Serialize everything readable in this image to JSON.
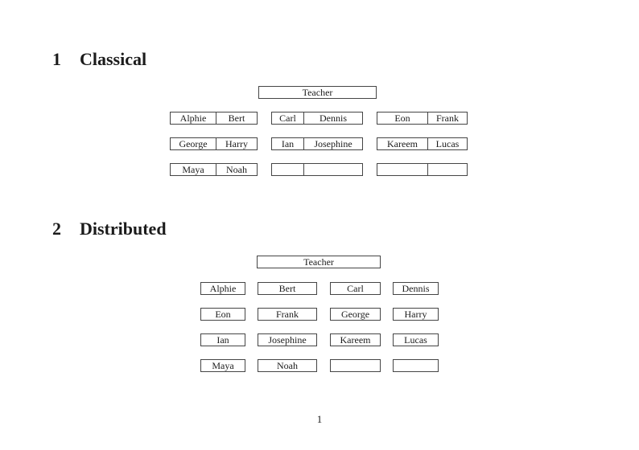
{
  "page": {
    "number": "1",
    "background_color": "#ffffff",
    "text_color": "#1b1b1b",
    "box_border_color": "#454545"
  },
  "sections": [
    {
      "number": "1",
      "title": "Classical",
      "teacher": "Teacher",
      "desk_rows": [
        [
          {
            "left": "Alphie",
            "right": "Bert"
          },
          {
            "left": "Carl",
            "right": "Dennis"
          },
          {
            "left": "Eon",
            "right": "Frank"
          }
        ],
        [
          {
            "left": "George",
            "right": "Harry"
          },
          {
            "left": "Ian",
            "right": "Josephine"
          },
          {
            "left": "Kareem",
            "right": "Lucas"
          }
        ],
        [
          {
            "left": "Maya",
            "right": "Noah"
          },
          {
            "left": "",
            "right": ""
          },
          {
            "left": "",
            "right": ""
          }
        ]
      ]
    },
    {
      "number": "2",
      "title": "Distributed",
      "teacher": "Teacher",
      "desk_rows": [
        [
          "Alphie",
          "Bert",
          "Carl",
          "Dennis"
        ],
        [
          "Eon",
          "Frank",
          "George",
          "Harry"
        ],
        [
          "Ian",
          "Josephine",
          "Kareem",
          "Lucas"
        ],
        [
          "Maya",
          "Noah",
          "",
          ""
        ]
      ]
    }
  ]
}
